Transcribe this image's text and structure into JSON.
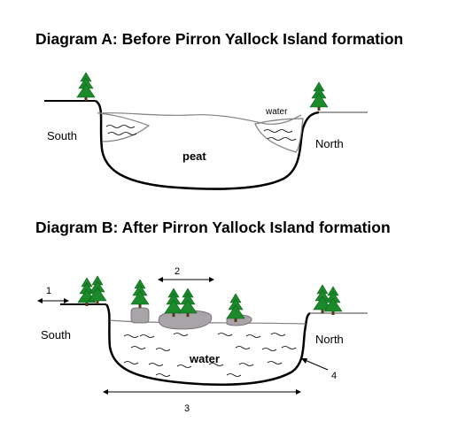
{
  "diagram_a": {
    "title": "Diagram A: Before Pirron Yallock Island formation",
    "labels": {
      "south": "South",
      "north": "North",
      "water": "water",
      "peat": "peat"
    }
  },
  "diagram_b": {
    "title": "Diagram B: After Pirron Yallock Island formation",
    "labels": {
      "south": "South",
      "north": "North",
      "water": "water"
    },
    "markers": [
      "1",
      "2",
      "3",
      "4"
    ]
  },
  "colors": {
    "outline": "#000000",
    "ground_line": "#808080",
    "tree": "#1a8a2a",
    "rock": "#a8a4a8"
  }
}
